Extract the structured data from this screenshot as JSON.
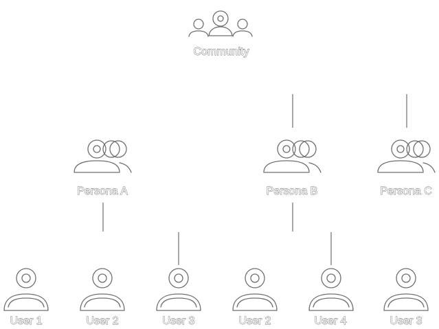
{
  "community": {
    "label": "Community",
    "icon": "community-icon"
  },
  "personas": [
    {
      "label": "Persona A",
      "icon": "persona-group-icon"
    },
    {
      "label": "Persona B",
      "icon": "persona-group-icon"
    },
    {
      "label": "Persona C",
      "icon": "persona-group-icon"
    }
  ],
  "users": [
    {
      "label": "User 1",
      "icon": "user-icon"
    },
    {
      "label": "User 2",
      "icon": "user-icon"
    },
    {
      "label": "User 3",
      "icon": "user-icon"
    },
    {
      "label": "User 2",
      "icon": "user-icon"
    },
    {
      "label": "User 4",
      "icon": "user-icon"
    },
    {
      "label": "User 3",
      "icon": "user-icon"
    }
  ],
  "colors": {
    "stroke": "#6e6e6e",
    "background": "#ffffff"
  }
}
